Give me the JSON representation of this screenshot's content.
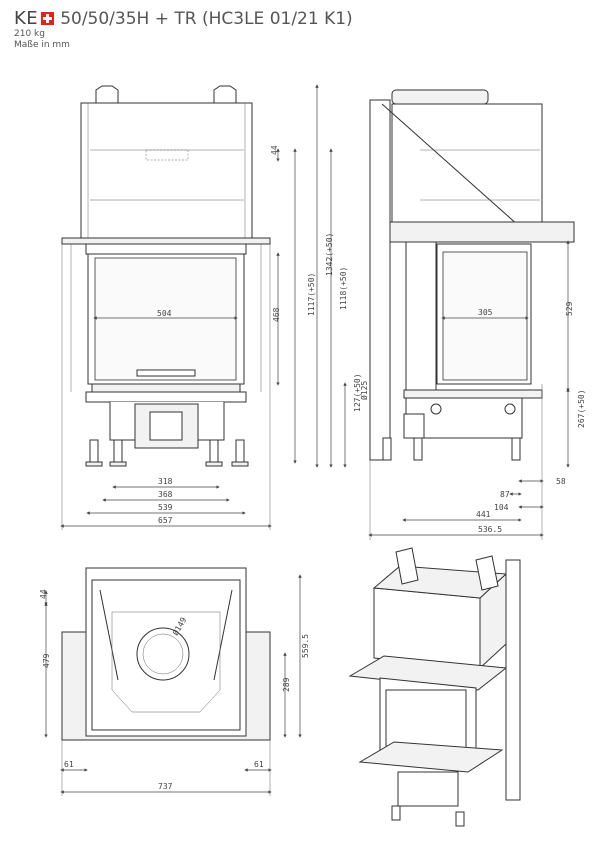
{
  "header": {
    "brand": "KE",
    "model": "50/50/35H + TR (HC3LE 01/21 K1)",
    "weight": "210 kg",
    "units": "Maße in mm"
  },
  "front_view": {
    "dims": {
      "top_gap": "44",
      "glass_width": "504",
      "glass_height": "468",
      "height_total": "1117(+50)",
      "d318": "318",
      "d368": "368",
      "d539": "539",
      "d657": "657"
    }
  },
  "side_view": {
    "dims": {
      "h1342": "1342(+50)",
      "h1118": "1118(+50)",
      "h127": "127(+50)",
      "dia125": "Ø125",
      "glass_w": "305",
      "h529": "529",
      "h267": "267(+50)",
      "d58": "58",
      "d87": "87",
      "d104": "104",
      "d441": "441",
      "d536": "536.5"
    }
  },
  "top_view": {
    "dims": {
      "d44": "44",
      "dia149": "Ø149",
      "h479": "479",
      "h559": "559.5",
      "h289": "289",
      "d61l": "61",
      "d61r": "61",
      "d737": "737"
    }
  }
}
